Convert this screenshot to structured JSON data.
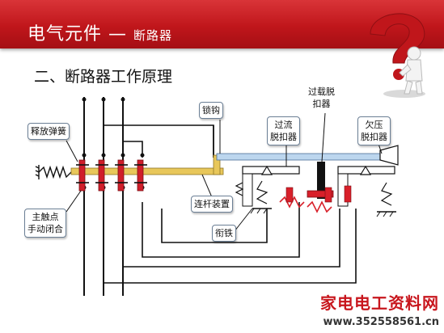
{
  "header": {
    "title": "电气元件",
    "dash": "—",
    "subtitle": "断路器"
  },
  "section_title": "二、断路器工作原理",
  "labels": {
    "release_spring": "释放弹簧",
    "main_contact_line1": "主触点",
    "main_contact_line2": "手动闭合",
    "latch": "锁钩",
    "overcurrent_line1": "过流",
    "overcurrent_line2": "脱扣器",
    "overload_line1": "过载脱",
    "overload_line2": "扣器",
    "undervoltage_line1": "欠压",
    "undervoltage_line2": "脱扣器",
    "linkage": "连杆装置",
    "armature": "衔铁"
  },
  "watermark": {
    "name": "家电电工资料网",
    "url": "www.352558561.cn"
  },
  "colors": {
    "banner": "#c0161b",
    "contact_red": "#d01e2a",
    "rod_yellow": "#e8c75a",
    "latch_blue": "#bcd6ee",
    "wire": "#111111",
    "heater_red": "#d8202a"
  },
  "icons": {
    "mascot": "question-mark-figure-icon"
  }
}
